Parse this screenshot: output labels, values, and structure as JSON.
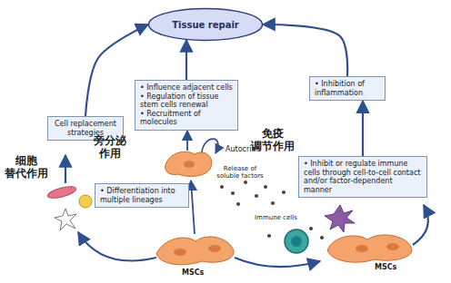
{
  "diagram": {
    "nodes": [
      {
        "text": [
          "Tissue repair"
        ]
      },
      {
        "text": [
          "• Influence adjacent cells",
          "• Regulation of tissue stem cells renewal",
          "• Recruitment of molecules"
        ]
      },
      {
        "text": [
          "• Inhibition of inflammation"
        ]
      },
      {
        "text": [
          "Cell replacement strategies"
        ]
      },
      {
        "text": [
          "• Inhibit or regulate immune cells through cell-to-cell contact and/or factor-dependent manner"
        ]
      },
      {
        "text": [
          "• Differentiation into multiple lineages"
        ]
      }
    ],
    "edges": [
      {
        "from": 3,
        "to": 0,
        "arrow": "to"
      },
      {
        "from": 1,
        "to": 0,
        "arrow": "to"
      },
      {
        "from": 2,
        "to": 0,
        "arrow": "to"
      },
      {
        "from": 4,
        "to": 2,
        "arrow": "to"
      }
    ],
    "labels": [
      "细胞 替代作用",
      "旁分泌 作用",
      "免疫 调节作用",
      "Autocrine",
      "Release of soluble factors",
      "Immune cells",
      "MSCs",
      "MSCs"
    ]
  }
}
